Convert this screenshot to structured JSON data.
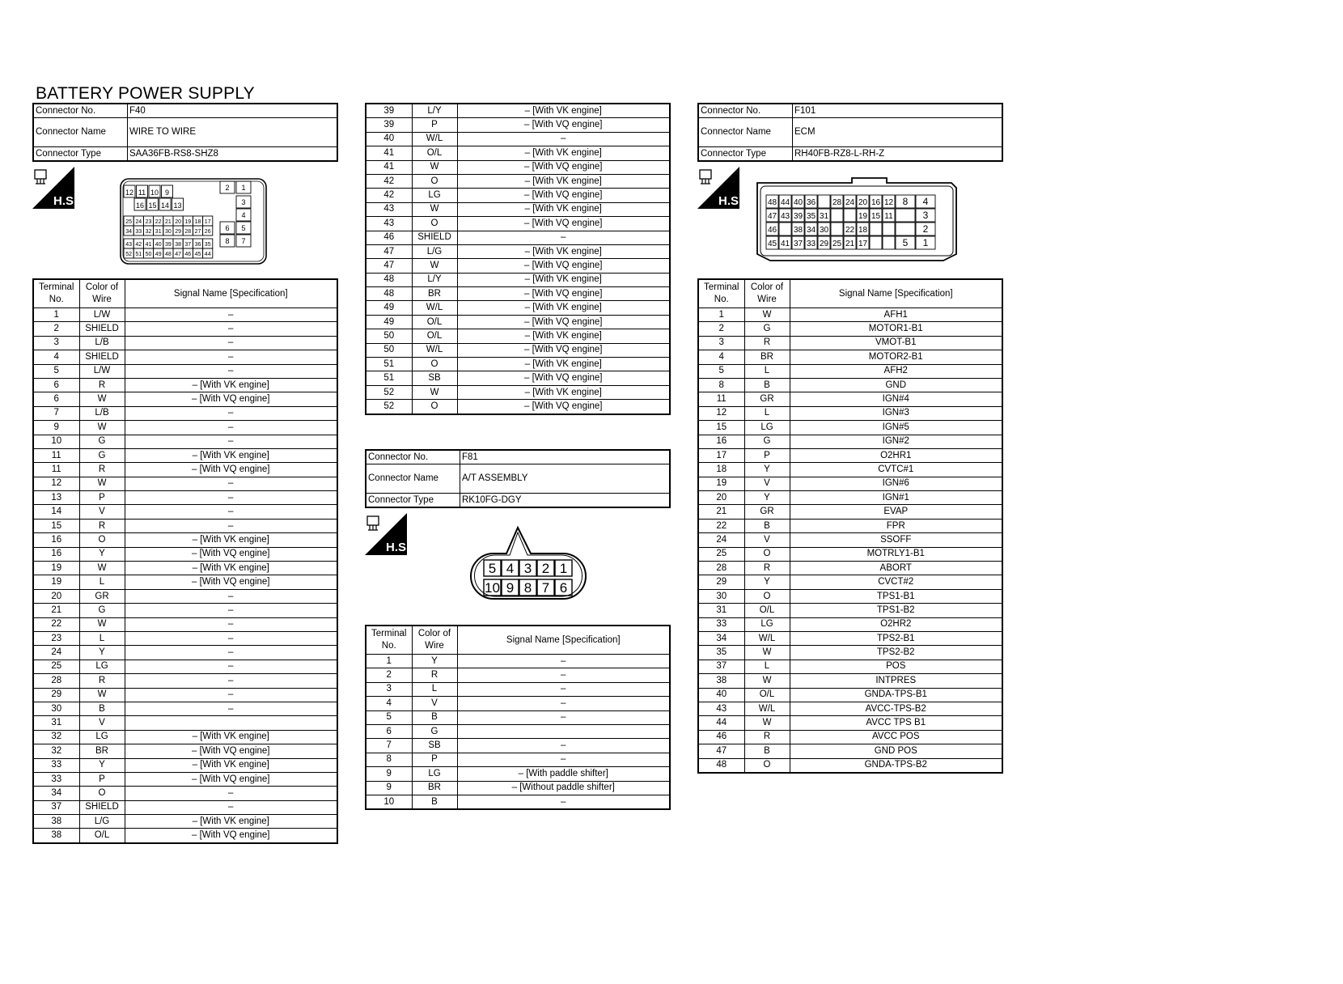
{
  "page_title": "BATTERY POWER SUPPLY",
  "labels": {
    "connector_no": "Connector No.",
    "connector_name": "Connector Name",
    "connector_type": "Connector Type",
    "terminal_no": "Terminal No.",
    "color_of_wire": "Color of Wire",
    "signal_name": "Signal Name [Specification]",
    "hs": "H.S."
  },
  "connectors": [
    {
      "no": "F40",
      "name": "WIRE TO WIRE",
      "type": "SAA36FB-RS8-SHZ8",
      "pins": [
        [
          "1",
          "L/W",
          "–"
        ],
        [
          "2",
          "SHIELD",
          "–"
        ],
        [
          "3",
          "L/B",
          "–"
        ],
        [
          "4",
          "SHIELD",
          "–"
        ],
        [
          "5",
          "L/W",
          "–"
        ],
        [
          "6",
          "R",
          "– [With VK engine]"
        ],
        [
          "6",
          "W",
          "– [With VQ engine]"
        ],
        [
          "7",
          "L/B",
          "–"
        ],
        [
          "9",
          "W",
          "–"
        ],
        [
          "10",
          "G",
          "–"
        ],
        [
          "11",
          "G",
          "– [With VK engine]"
        ],
        [
          "11",
          "R",
          "– [With VQ engine]"
        ],
        [
          "12",
          "W",
          "–"
        ],
        [
          "13",
          "P",
          "–"
        ],
        [
          "14",
          "V",
          "–"
        ],
        [
          "15",
          "R",
          "–"
        ],
        [
          "16",
          "O",
          "– [With VK engine]"
        ],
        [
          "16",
          "Y",
          "– [With VQ engine]"
        ],
        [
          "19",
          "W",
          "– [With VK engine]"
        ],
        [
          "19",
          "L",
          "– [With VQ engine]"
        ],
        [
          "20",
          "GR",
          "–"
        ],
        [
          "21",
          "G",
          "–"
        ],
        [
          "22",
          "W",
          "–"
        ],
        [
          "23",
          "L",
          "–"
        ],
        [
          "24",
          "Y",
          "–"
        ],
        [
          "25",
          "LG",
          "–"
        ],
        [
          "28",
          "R",
          "–"
        ],
        [
          "29",
          "W",
          "–"
        ],
        [
          "30",
          "B",
          "–"
        ],
        [
          "31",
          "V",
          ""
        ],
        [
          "32",
          "LG",
          "– [With VK engine]"
        ],
        [
          "32",
          "BR",
          "– [With VQ engine]"
        ],
        [
          "33",
          "Y",
          "– [With VK engine]"
        ],
        [
          "33",
          "P",
          "– [With VQ engine]"
        ],
        [
          "34",
          "O",
          "–"
        ],
        [
          "37",
          "SHIELD",
          "–"
        ],
        [
          "38",
          "L/G",
          "– [With VK engine]"
        ],
        [
          "38",
          "O/L",
          "– [With VQ engine]"
        ]
      ],
      "pins_cont": [
        [
          "39",
          "L/Y",
          "– [With VK engine]"
        ],
        [
          "39",
          "P",
          "– [With VQ engine]"
        ],
        [
          "40",
          "W/L",
          "–"
        ],
        [
          "41",
          "O/L",
          "– [With VK engine]"
        ],
        [
          "41",
          "W",
          "– [With VQ engine]"
        ],
        [
          "42",
          "O",
          "– [With VK engine]"
        ],
        [
          "42",
          "LG",
          "– [With VQ engine]"
        ],
        [
          "43",
          "W",
          "– [With VK engine]"
        ],
        [
          "43",
          "O",
          "– [With VQ engine]"
        ],
        [
          "46",
          "SHIELD",
          "–"
        ],
        [
          "47",
          "L/G",
          "– [With VK engine]"
        ],
        [
          "47",
          "W",
          "– [With VQ engine]"
        ],
        [
          "48",
          "L/Y",
          "– [With VK engine]"
        ],
        [
          "48",
          "BR",
          "– [With VQ engine]"
        ],
        [
          "49",
          "W/L",
          "– [With VK engine]"
        ],
        [
          "49",
          "O/L",
          "– [With VQ engine]"
        ],
        [
          "50",
          "O/L",
          "– [With VK engine]"
        ],
        [
          "50",
          "W/L",
          "– [With VQ engine]"
        ],
        [
          "51",
          "O",
          "– [With VK engine]"
        ],
        [
          "51",
          "SB",
          "– [With VQ engine]"
        ],
        [
          "52",
          "W",
          "– [With VK engine]"
        ],
        [
          "52",
          "O",
          "– [With VQ engine]"
        ]
      ]
    },
    {
      "no": "F81",
      "name": "A/T ASSEMBLY",
      "type": "RK10FG-DGY",
      "pins": [
        [
          "1",
          "Y",
          "–"
        ],
        [
          "2",
          "R",
          "–"
        ],
        [
          "3",
          "L",
          "–"
        ],
        [
          "4",
          "V",
          "–"
        ],
        [
          "5",
          "B",
          "–"
        ],
        [
          "6",
          "G",
          ""
        ],
        [
          "7",
          "SB",
          "–"
        ],
        [
          "8",
          "P",
          "–"
        ],
        [
          "9",
          "LG",
          "– [With paddle shifter]"
        ],
        [
          "9",
          "BR",
          "– [Without paddle shifter]"
        ],
        [
          "10",
          "B",
          "–"
        ]
      ]
    },
    {
      "no": "F101",
      "name": "ECM",
      "type": "RH40FB-RZ8-L-RH-Z",
      "pins": [
        [
          "1",
          "W",
          "AFH1"
        ],
        [
          "2",
          "G",
          "MOTOR1-B1"
        ],
        [
          "3",
          "R",
          "VMOT-B1"
        ],
        [
          "4",
          "BR",
          "MOTOR2-B1"
        ],
        [
          "5",
          "L",
          "AFH2"
        ],
        [
          "8",
          "B",
          "GND"
        ],
        [
          "11",
          "GR",
          "IGN#4"
        ],
        [
          "12",
          "L",
          "IGN#3"
        ],
        [
          "15",
          "LG",
          "IGN#5"
        ],
        [
          "16",
          "G",
          "IGN#2"
        ],
        [
          "17",
          "P",
          "O2HR1"
        ],
        [
          "18",
          "Y",
          "CVTC#1"
        ],
        [
          "19",
          "V",
          "IGN#6"
        ],
        [
          "20",
          "Y",
          "IGN#1"
        ],
        [
          "21",
          "GR",
          "EVAP"
        ],
        [
          "22",
          "B",
          "FPR"
        ],
        [
          "24",
          "V",
          "SSOFF"
        ],
        [
          "25",
          "O",
          "MOTRLY1-B1"
        ],
        [
          "28",
          "R",
          "ABORT"
        ],
        [
          "29",
          "Y",
          "CVCT#2"
        ],
        [
          "30",
          "O",
          "TPS1-B1"
        ],
        [
          "31",
          "O/L",
          "TPS1-B2"
        ],
        [
          "33",
          "LG",
          "O2HR2"
        ],
        [
          "34",
          "W/L",
          "TPS2-B1"
        ],
        [
          "35",
          "W",
          "TPS2-B2"
        ],
        [
          "37",
          "L",
          "POS"
        ],
        [
          "38",
          "W",
          "INTPRES"
        ],
        [
          "40",
          "O/L",
          "GNDA-TPS-B1"
        ],
        [
          "43",
          "W/L",
          "AVCC-TPS-B2"
        ],
        [
          "44",
          "W",
          "AVCC TPS B1"
        ],
        [
          "46",
          "R",
          "AVCC POS"
        ],
        [
          "47",
          "B",
          "GND POS"
        ],
        [
          "48",
          "O",
          "GNDA-TPS-B2"
        ]
      ]
    }
  ],
  "diagrams": {
    "f40_rows": [
      [
        "12",
        "11",
        "10",
        "9"
      ],
      [
        "16",
        "15",
        "14",
        "13"
      ],
      [
        "25",
        "24",
        "23",
        "22",
        "21",
        "20",
        "19",
        "18",
        "17"
      ],
      [
        "34",
        "33",
        "32",
        "31",
        "30",
        "29",
        "28",
        "27",
        "26"
      ],
      [
        "43",
        "42",
        "41",
        "40",
        "39",
        "38",
        "37",
        "36",
        "35"
      ],
      [
        "52",
        "51",
        "50",
        "49",
        "48",
        "47",
        "46",
        "45",
        "44"
      ]
    ],
    "f40_side": [
      "2",
      "1",
      "3",
      "4",
      "6",
      "5",
      "8",
      "7"
    ],
    "f81_top": [
      "5",
      "4",
      "3",
      "2",
      "1"
    ],
    "f81_bottom": [
      "10",
      "9",
      "8",
      "7",
      "6"
    ],
    "f101_rows": [
      [
        "48",
        "44",
        "40",
        "36",
        "",
        "28",
        "24",
        "20",
        "16",
        "12",
        "8",
        "4"
      ],
      [
        "47",
        "43",
        "39",
        "35",
        "31",
        "",
        "",
        "19",
        "15",
        "11",
        "",
        "3"
      ],
      [
        "46",
        "",
        "38",
        "34",
        "30",
        "",
        "22",
        "18",
        "",
        "",
        "",
        "2"
      ],
      [
        "45",
        "41",
        "37",
        "33",
        "29",
        "25",
        "21",
        "17",
        "",
        "",
        "5",
        "1"
      ]
    ]
  }
}
